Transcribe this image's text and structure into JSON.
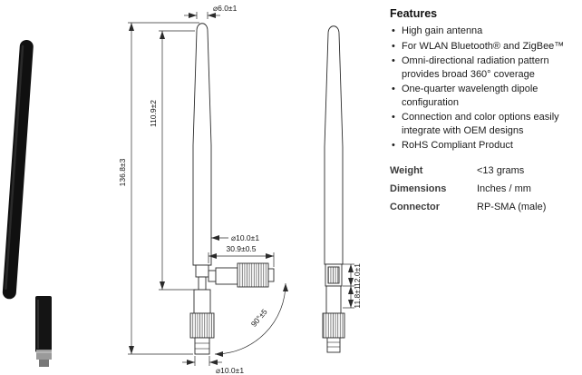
{
  "features": {
    "title": "Features",
    "items": [
      "High gain antenna",
      "For WLAN Bluetooth® and ZigBee™",
      "Omni-directional radiation pattern provides broad 360° coverage",
      "One-quarter wavelength dipole configuration",
      "Connection and color options easily integrate with OEM designs",
      "RoHS Compliant Product"
    ]
  },
  "specs": {
    "weight_label": "Weight",
    "weight_value": "<13 grams",
    "dimensions_label": "Dimensions",
    "dimensions_value": "Inches / mm",
    "connector_label": "Connector",
    "connector_value": "RP-SMA (male)"
  },
  "drawing": {
    "dia_tip": "⌀6.0±1",
    "len_body": "110.9±2",
    "len_overall": "136.8±3",
    "dia_body": "⌀10.0±1",
    "len_connector": "30.9±0.5",
    "fold_angle": "90°±5",
    "dia_connector": "⌀10.0±1",
    "hinge_dim_a": "12.0±1",
    "hinge_dim_b": "11.8±1"
  },
  "colors": {
    "line": "#2b2b2b",
    "photo_black": "#101010",
    "metal_ring": "#9a9a9a"
  }
}
